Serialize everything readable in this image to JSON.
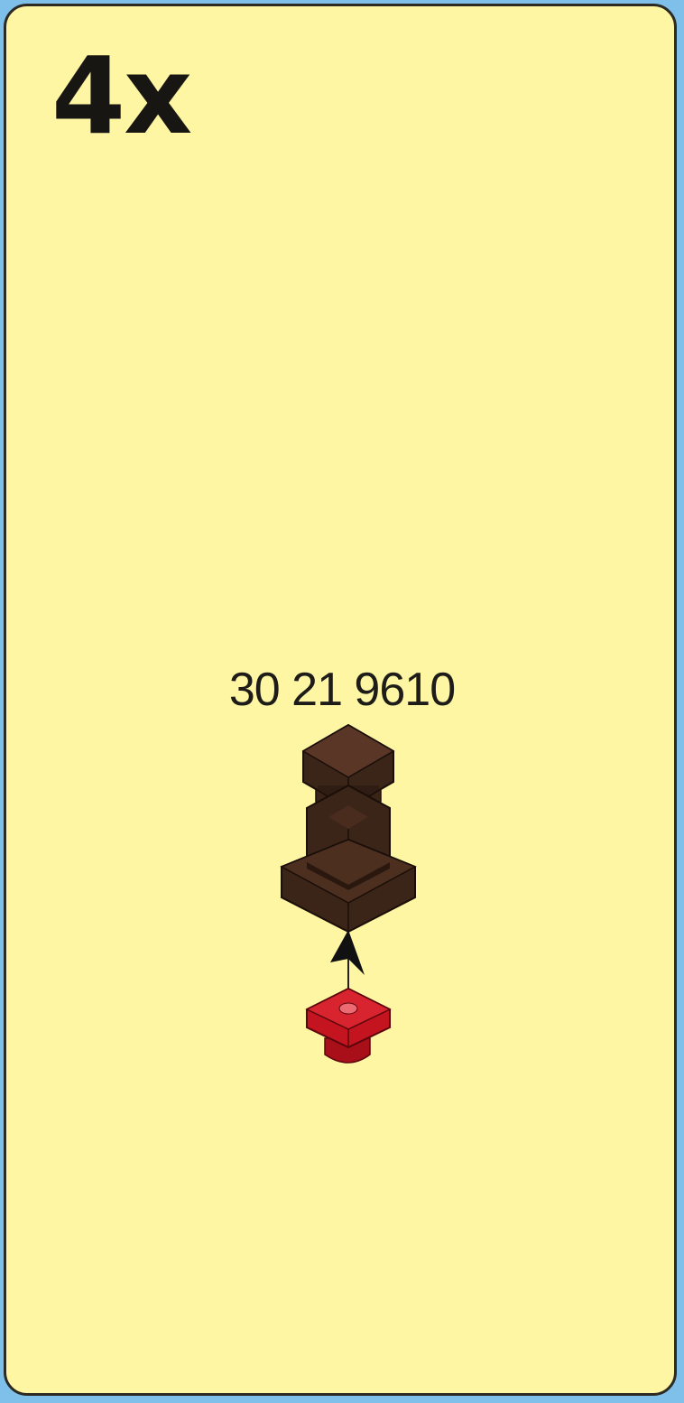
{
  "step": {
    "quantity_label": "4x",
    "part_number": "30 21 9610"
  },
  "parts": [
    {
      "name": "brown-pillar-brick",
      "color": "#3b2418"
    },
    {
      "name": "red-round-plate",
      "color": "#c41420"
    }
  ],
  "colors": {
    "panel_background": "#fff6a4",
    "page_background": "#7fc0ea",
    "border": "#2c2a22",
    "arrow": "#111111"
  }
}
